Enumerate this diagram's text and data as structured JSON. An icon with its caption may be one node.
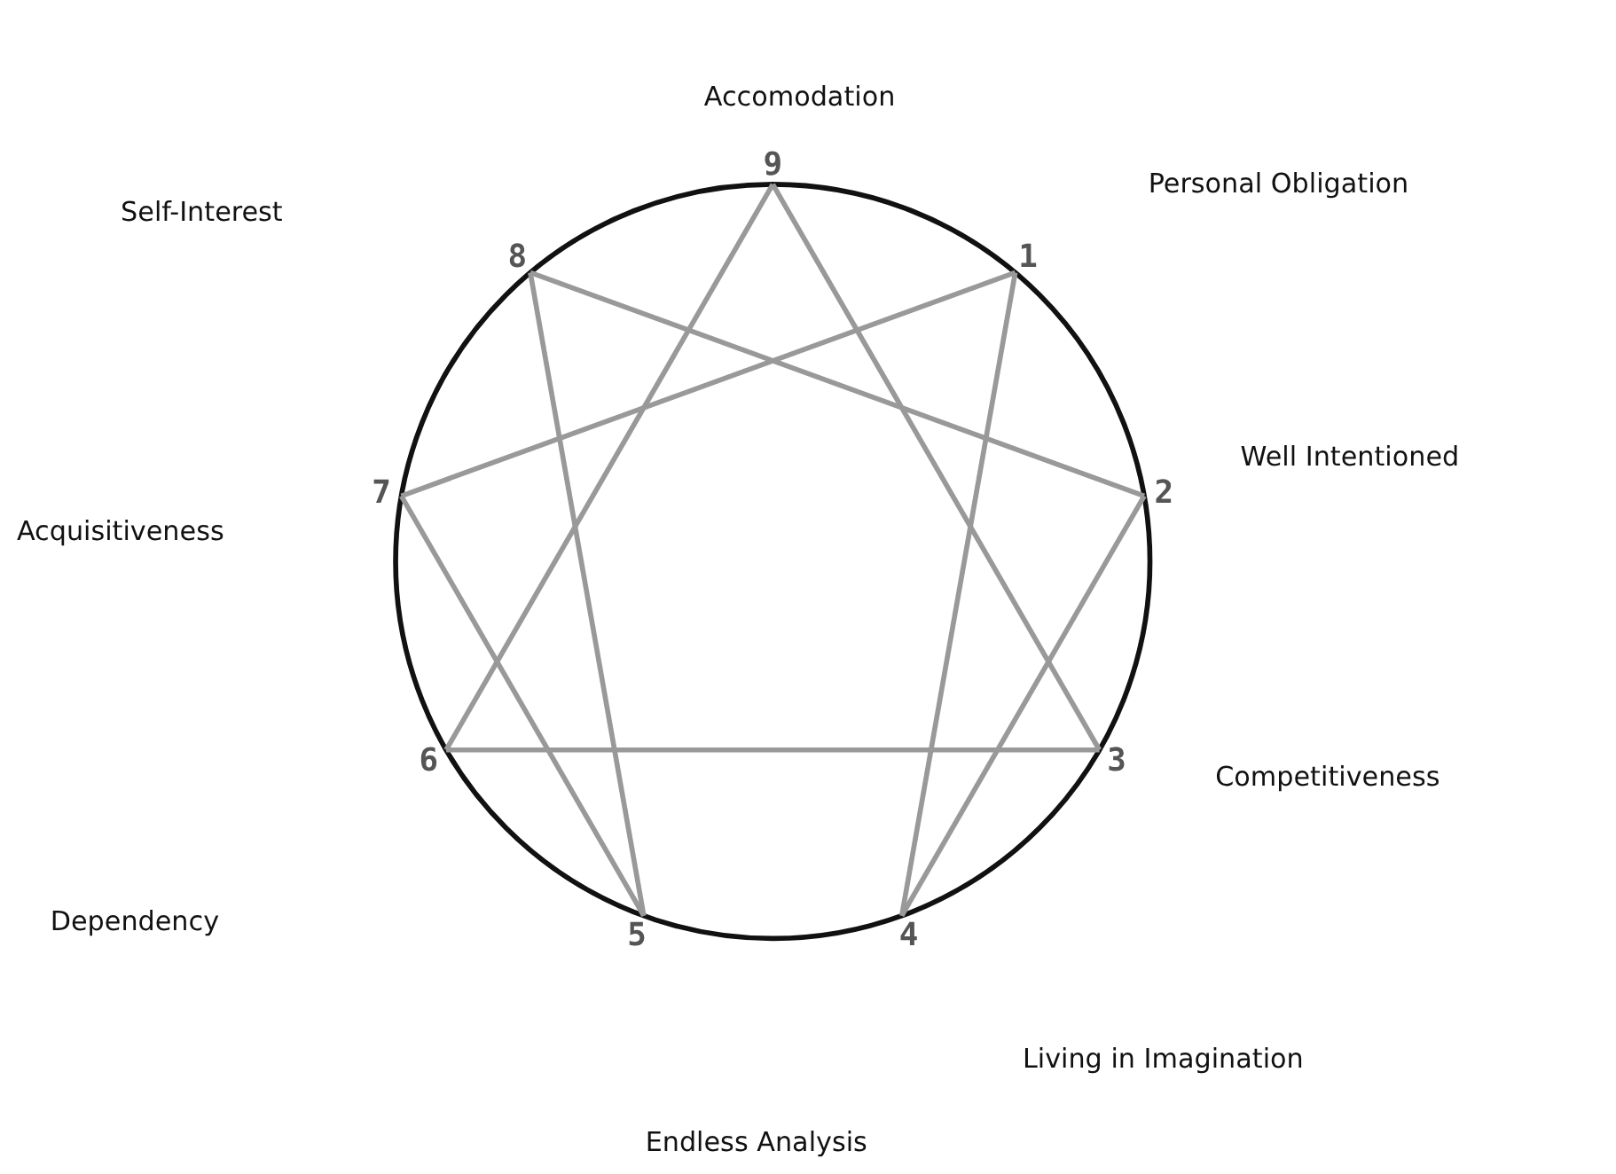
{
  "diagram": {
    "nodes": [
      {
        "text": [
          "9"
        ]
      },
      {
        "text": [
          "1"
        ]
      },
      {
        "text": [
          "2"
        ]
      },
      {
        "text": [
          "3"
        ]
      },
      {
        "text": [
          "4"
        ]
      },
      {
        "text": [
          "5"
        ]
      },
      {
        "text": [
          "6"
        ]
      },
      {
        "text": [
          "7"
        ]
      },
      {
        "text": [
          "8"
        ]
      }
    ],
    "edges": [
      {
        "from": 0,
        "to": 3,
        "arrow": "none"
      },
      {
        "from": 3,
        "to": 6,
        "arrow": "none"
      },
      {
        "from": 6,
        "to": 0,
        "arrow": "none"
      },
      {
        "from": 1,
        "to": 4,
        "arrow": "none"
      },
      {
        "from": 4,
        "to": 2,
        "arrow": "none"
      },
      {
        "from": 2,
        "to": 8,
        "arrow": "none"
      },
      {
        "from": 8,
        "to": 5,
        "arrow": "none"
      },
      {
        "from": 5,
        "to": 7,
        "arrow": "none"
      },
      {
        "from": 7,
        "to": 1,
        "arrow": "none"
      }
    ],
    "labels": [
      "Accomodation",
      "Personal Obligation",
      "Self-Interest",
      "Well Intentioned",
      "Acquisitiveness",
      "Competitiveness",
      "Dependency",
      "Living in Imagination",
      "Endless Analysis"
    ]
  }
}
